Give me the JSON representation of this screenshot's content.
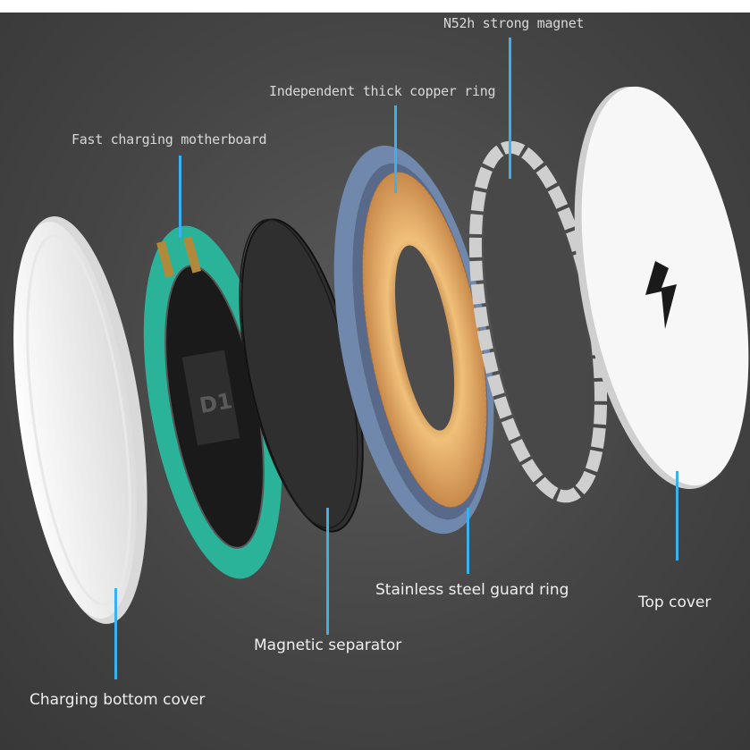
{
  "labels": {
    "magnet": "N52h strong magnet",
    "copper_ring": "Independent thick copper ring",
    "motherboard": "Fast charging motherboard",
    "guard_ring": "Stainless steel guard ring",
    "top_cover": "Top cover",
    "separator": "Magnetic separator",
    "bottom_cover": "Charging bottom cover"
  },
  "chip_text": "D1",
  "colors": {
    "callout_line": "#3ab0ee",
    "background": "#454545",
    "pcb": "#2bb39a",
    "copper": "#d9a05a",
    "guard": "#6f88ab"
  }
}
